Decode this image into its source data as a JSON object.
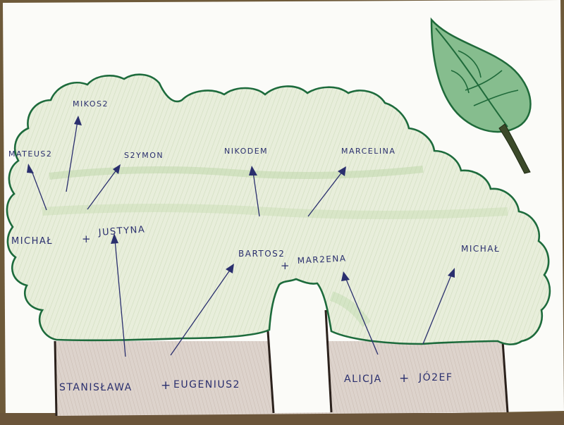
{
  "tree": {
    "generation_1": {
      "left_couple": {
        "person_a": "STANISŁAWA",
        "plus": "+",
        "person_b": "EUGENIUS2"
      },
      "right_couple": {
        "person_a": "ALICJA",
        "plus": "+",
        "person_b": "JÓ2EF"
      }
    },
    "generation_2": {
      "left_couple": {
        "person_a": "MICHAŁ",
        "plus": "+",
        "person_b": "JUSTYNA"
      },
      "middle_couple": {
        "person_a": "BARTOS2",
        "plus": "+",
        "person_b": "MAR2ENA"
      },
      "single": "MICHAŁ"
    },
    "generation_3": [
      "MATEUS2",
      "MIKOS2",
      "S2YMON",
      "NIKODEM",
      "MARCELINA"
    ]
  },
  "colors": {
    "ink": "#2a2f6e",
    "canopy_outline": "#1d6b3c",
    "canopy_fill": "#e6ecd6",
    "trunk_fill": "#d9cfc8",
    "trunk_line": "#2b211c",
    "paper": "#fbfbf8",
    "leaf_fill": "#7bb585",
    "leaf_outline": "#1f6a3a"
  }
}
